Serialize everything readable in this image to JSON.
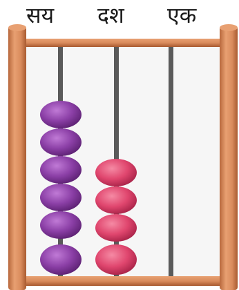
{
  "place_labels": {
    "hundreds": "सय",
    "tens": "दश",
    "ones": "एक"
  },
  "abacus": {
    "rods": [
      {
        "place": "hundreds",
        "bead_count": 6,
        "bead_color": "#8b3fa6"
      },
      {
        "place": "tens",
        "bead_count": 4,
        "bead_color": "#e0466e"
      },
      {
        "place": "ones",
        "bead_count": 0,
        "bead_color": "#e0466e"
      }
    ],
    "colors": {
      "frame_wood": "#d98b5c",
      "frame_wood_dark": "#b8683c",
      "frame_shadow": "#8a4a2a",
      "rod": "#5a5a5a",
      "back_panel": "#f6f6f6"
    }
  }
}
